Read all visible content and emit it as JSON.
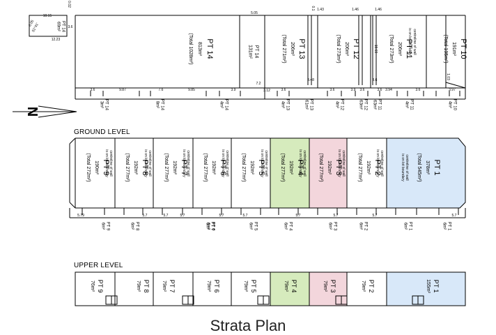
{
  "caption": "Strata Plan",
  "levels": {
    "ground": "GROUND LEVEL",
    "upper": "UPPER LEVEL"
  },
  "colors": {
    "pt4_fill": "#d6ebbd",
    "pt3_fill": "#f3d6dc",
    "pt1_fill": "#d8e8f9",
    "line": "#000000"
  },
  "top_units": [
    {
      "id": "pt14-small",
      "lines": [
        "PT 14",
        "69m²"
      ]
    },
    {
      "id": "pt14-main",
      "lines": [
        "PT 14",
        "813m²",
        "(Total 1028m²)"
      ]
    },
    {
      "id": "pt14-mid",
      "lines": [
        "PT 14",
        "131m²"
      ]
    },
    {
      "id": "pt13",
      "lines": [
        "PT 13",
        "206m²",
        "(Total 271m²)"
      ]
    },
    {
      "id": "pt12",
      "lines": [
        "PT 12",
        "206m²",
        "(Total 273m²)"
      ]
    },
    {
      "id": "pt11",
      "lines": [
        "PT 11",
        "206m²",
        "(Total 273m²)"
      ]
    },
    {
      "id": "pt10",
      "lines": [
        "PT 10",
        "191m²",
        "(Total 195m²)"
      ]
    }
  ],
  "top_notes": {
    "centreline": "centreline of wall",
    "on_lot": "is on lot boundary"
  },
  "top_dims": [
    "10.15",
    "3.6",
    "12.23",
    "6.05",
    "51°41'",
    "0.02",
    "5.05",
    "7.2",
    "3.12",
    "3.48",
    "0.1",
    "1.43",
    "1.46",
    "1.46",
    "18.69",
    "3.6",
    "3.94",
    "1.03",
    "3.97",
    "3.6",
    "9.87",
    "7.6",
    "9.85",
    "3.9",
    "3.6",
    "3.6",
    "3.9",
    "3.6",
    "3.6",
    "3.6"
  ],
  "top_yards": [
    {
      "label": "PT 14",
      "area": "3m²"
    },
    {
      "label": "PT 14",
      "area": "8m²"
    },
    {
      "label": "PT 14",
      "area": "4m²"
    },
    {
      "label": "PT 13",
      "area": "4m²"
    },
    {
      "label": "PT 13",
      "area": "61m²"
    },
    {
      "label": "PT 12",
      "area": "4m²"
    },
    {
      "label": "PT 12",
      "area": "63m²"
    },
    {
      "label": "PT 11",
      "area": "63m²"
    },
    {
      "label": "PT 11",
      "area": "4m²"
    },
    {
      "label": "PT 10",
      "area": "4m²"
    }
  ],
  "ground_units": [
    {
      "id": "pt9",
      "lines": [
        "PT 9",
        "190m²",
        "(Total 272m²)"
      ]
    },
    {
      "id": "pt8",
      "lines": [
        "PT 8",
        "192m²",
        "(Total 277m²)"
      ]
    },
    {
      "id": "pt7",
      "lines": [
        "PT 7",
        "192m²",
        "(Total 277m²)"
      ]
    },
    {
      "id": "pt6",
      "lines": [
        "PT 6",
        "192m²",
        "(Total 277m²)"
      ]
    },
    {
      "id": "pt5",
      "lines": [
        "PT 5",
        "192m²",
        "(Total 277m²)"
      ]
    },
    {
      "id": "pt4",
      "lines": [
        "PT 4",
        "192m²",
        "(Total 277m²)"
      ]
    },
    {
      "id": "pt3",
      "lines": [
        "PT 3",
        "192m²",
        "(Total 277m²)"
      ]
    },
    {
      "id": "pt2",
      "lines": [
        "PT 2",
        "192m²",
        "(Total 277m²)"
      ]
    },
    {
      "id": "pt1",
      "lines": [
        "PT 1",
        "378m²",
        "(Total 545m²)"
      ]
    }
  ],
  "ground_note": "centreline of wall is on lot boundary",
  "ground_dims": [
    "5.79",
    "5.7",
    "5.7",
    "5.7",
    "5.7",
    "5.7",
    "5.7",
    "5.7",
    "5.7",
    "5.7"
  ],
  "ground_yards": [
    {
      "label": "PT 9",
      "area": "6m²"
    },
    {
      "label": "PT 8",
      "area": "6m²"
    },
    {
      "label": "PT 7",
      "area": "6m²"
    },
    {
      "label": "PT 6",
      "area": "6m²"
    },
    {
      "label": "PT 5",
      "area": "6m²"
    },
    {
      "label": "PT 4",
      "area": "6m²"
    },
    {
      "label": "PT 3",
      "area": "6m²"
    },
    {
      "label": "PT 2",
      "area": "6m²"
    },
    {
      "label": "PT 1",
      "area": "6m²"
    },
    {
      "label": "PT 1",
      "area": "6m²"
    }
  ],
  "upper_units": [
    {
      "id": "pt9",
      "lines": [
        "PT 9",
        "76m²"
      ]
    },
    {
      "id": "pt8",
      "lines": [
        "PT 8",
        "79m²"
      ]
    },
    {
      "id": "pt7",
      "lines": [
        "PT 7",
        "79m²"
      ]
    },
    {
      "id": "pt6",
      "lines": [
        "PT 6",
        "79m²"
      ]
    },
    {
      "id": "pt5",
      "lines": [
        "PT 5",
        "79m²"
      ]
    },
    {
      "id": "pt4",
      "lines": [
        "PT 4",
        "79m²"
      ]
    },
    {
      "id": "pt3",
      "lines": [
        "PT 3",
        "79m²"
      ]
    },
    {
      "id": "pt2",
      "lines": [
        "PT 2",
        "79m²"
      ]
    },
    {
      "id": "pt1",
      "lines": [
        "PT 1",
        "155m²"
      ]
    }
  ],
  "north_icon": "north-arrow"
}
